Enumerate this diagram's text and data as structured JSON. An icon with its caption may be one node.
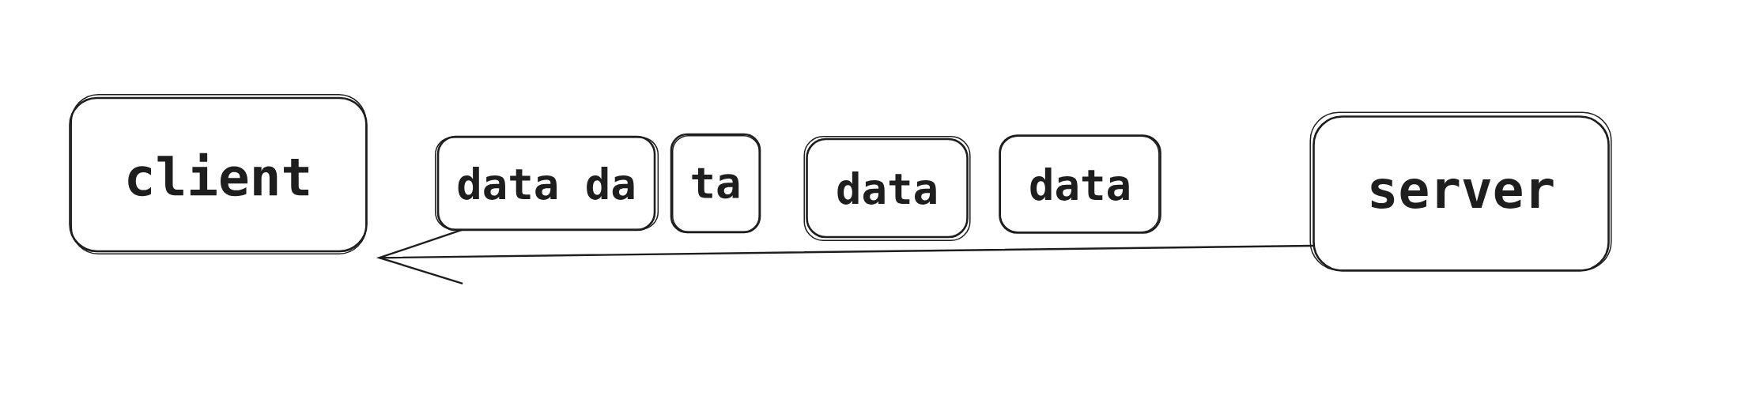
{
  "diagram": {
    "nodes": [
      {
        "text": [
          "client"
        ]
      },
      {
        "text": [
          "data da"
        ]
      },
      {
        "text": [
          "ta"
        ]
      },
      {
        "text": [
          "data"
        ]
      },
      {
        "text": [
          "data"
        ]
      },
      {
        "text": [
          "server"
        ]
      }
    ],
    "edges": [
      {
        "from": 5,
        "to": 0,
        "arrow": "to"
      }
    ]
  }
}
